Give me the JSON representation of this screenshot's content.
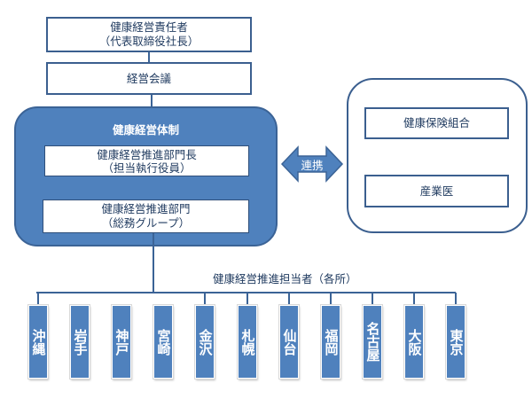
{
  "diagram": {
    "top_box": {
      "line1": "健康経営責任者",
      "line2": "（代表取締役社長）"
    },
    "meeting_box": {
      "label": "経営会議"
    },
    "system_panel": {
      "title": "健康経営体制",
      "head_box": {
        "line1": "健康経営推進部門長",
        "line2": "（担当執行役員）"
      },
      "dept_box": {
        "line1": "健康経営推進部門",
        "line2": "（総務グループ）"
      }
    },
    "link_arrow": {
      "label": "連携"
    },
    "partner_panel": {
      "boxes": [
        {
          "label": "健康保険組合"
        },
        {
          "label": "産業医"
        }
      ]
    },
    "offices_label": "健康経営推進担当者（各所）",
    "offices": [
      {
        "name": "沖縄",
        "connected": true
      },
      {
        "name": "岩手",
        "connected": false
      },
      {
        "name": "神戸",
        "connected": false
      },
      {
        "name": "宮崎",
        "connected": false
      },
      {
        "name": "金沢",
        "connected": true
      },
      {
        "name": "札幌",
        "connected": true
      },
      {
        "name": "仙台",
        "connected": true
      },
      {
        "name": "福岡",
        "connected": true
      },
      {
        "name": "名古屋",
        "connected": true
      },
      {
        "name": "大阪",
        "connected": true
      },
      {
        "name": "東京",
        "connected": true
      }
    ],
    "colors": {
      "primary_blue": "#4f81bd",
      "line_blue": "#3b6396",
      "text_navy": "#1f3a5f"
    }
  }
}
